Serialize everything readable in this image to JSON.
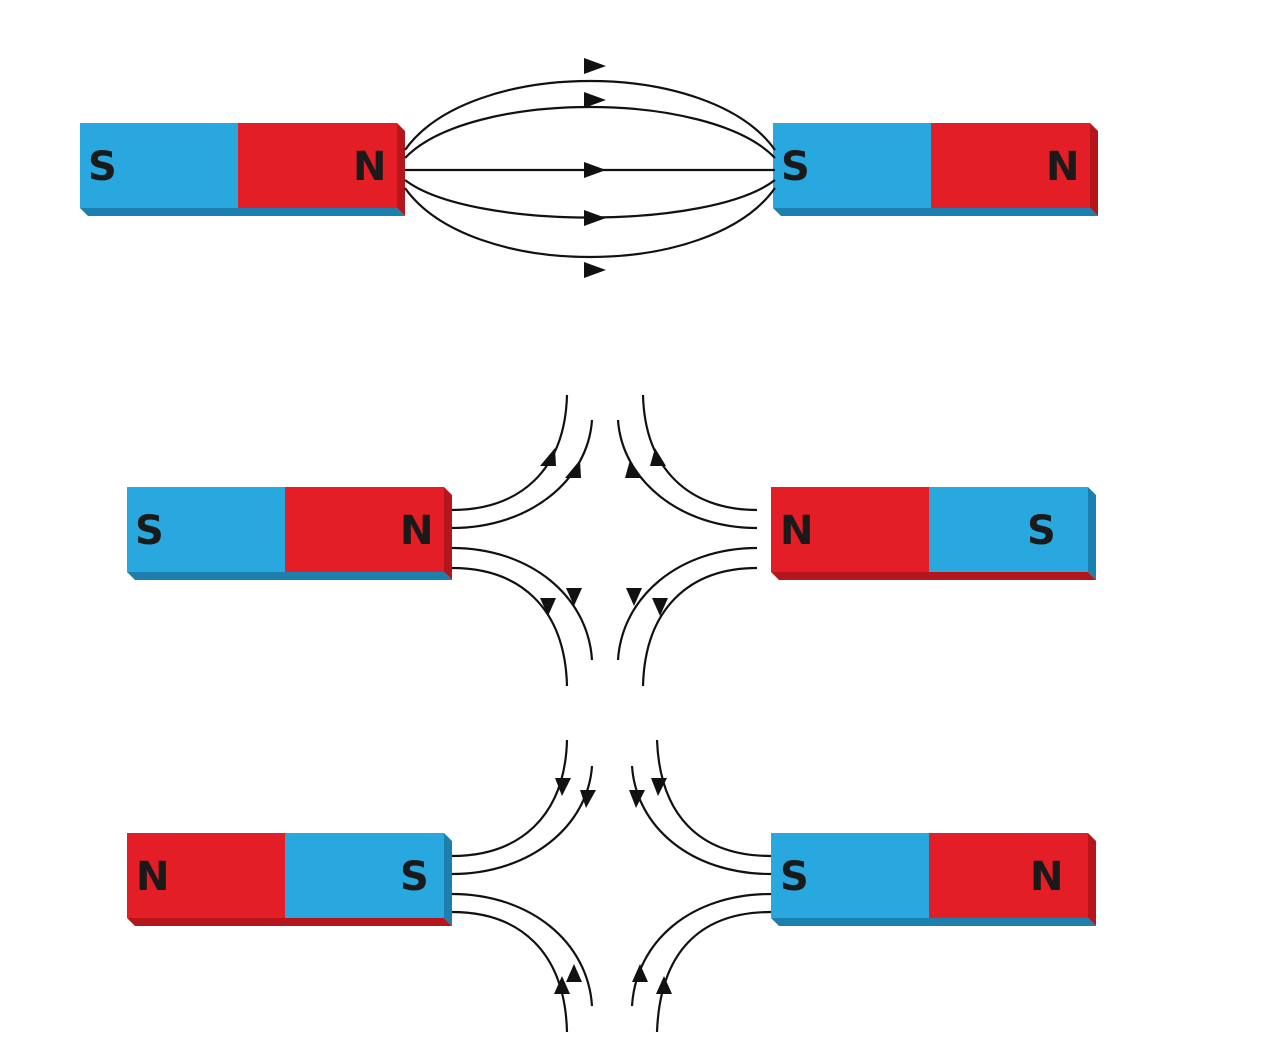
{
  "colors": {
    "north": "#e41e26",
    "north_dark": "#b5161c",
    "south": "#29a8df",
    "south_dark": "#1c7fae",
    "line": "#111111"
  },
  "diagram": {
    "unlike_poles": {
      "left_magnet": {
        "left_pole": "S",
        "right_pole": "N"
      },
      "right_magnet": {
        "left_pole": "S",
        "right_pole": "N"
      }
    },
    "like_poles_north": {
      "left_magnet": {
        "left_pole": "S",
        "right_pole": "N"
      },
      "right_magnet": {
        "left_pole": "N",
        "right_pole": "S"
      }
    },
    "like_poles_south": {
      "left_magnet": {
        "left_pole": "N",
        "right_pole": "S"
      },
      "right_magnet": {
        "left_pole": "S",
        "right_pole": "N"
      }
    }
  }
}
